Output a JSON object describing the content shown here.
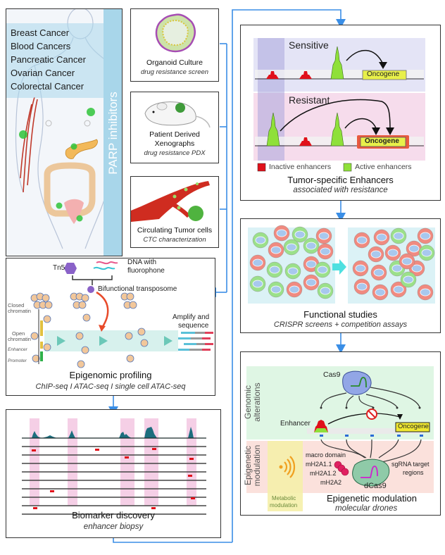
{
  "colors": {
    "connector": "#3a8ee6",
    "parp_band": "#a8d6ea",
    "inactive_enhancer": "#e0101a",
    "active_enhancer": "#8fe03a",
    "oncogene_fill": "#e8f04a",
    "sensitive_bg": "#e4e4f6",
    "resistant_bg": "#f6dcec",
    "genomic_bg": "#dff6e4",
    "epigenetic_bg": "#fbe1dc",
    "metabolic_bg": "#f5efaa",
    "peak_color": "#1d6e7e",
    "highlight_pink": "#f5cfe6"
  },
  "patient_panel": {
    "cancers": [
      "Breast Cancer",
      "Blood Cancers",
      "Pancreatic Cancer",
      "Ovarian Cancer",
      "Colorectal Cancer"
    ],
    "band_label": "PARP inhibitors"
  },
  "model_panels": [
    {
      "title": "Organoid Culture",
      "subtitle": "drug resistance screen",
      "icon": "organoid-icon"
    },
    {
      "title": "Patient Derived Xenographs",
      "title_line1": "Patient Derived",
      "title_line2": "Xenographs",
      "subtitle": "drug resistance PDX",
      "icon": "mouse-icon"
    },
    {
      "title": "Circulating Tumor cells",
      "subtitle": "CTC characterization",
      "icon": "blood-vessel-icon"
    }
  ],
  "enhancers_panel": {
    "sensitive_label": "Sensitive",
    "resistant_label": "Resistant",
    "oncogene_label": "Oncogene",
    "legend_inactive": "Inactive enhancers",
    "legend_active": "Active enhancers",
    "title": "Tumor-specific Enhancers",
    "subtitle": "associated with resistance"
  },
  "epigenomic_panel": {
    "tn5_label": "Tn5",
    "dna_label_line1": "DNA with",
    "dna_label_line2": "fluorophone",
    "transposome_label": "Bifunctional transposome",
    "closed_label_line1": "Closed",
    "closed_label_line2": "chromatin",
    "open_label_line1": "Open",
    "open_label_line2": "chromatin",
    "enhancer_label": "Enhancer",
    "promoter_label": "Promoter",
    "amplify_line1": "Amplify and",
    "amplify_line2": "sequence",
    "title": "Epigenomic profiling",
    "subtitle": "ChIP-seq  I  ATAC-seq  I  single cell ATAC-seq"
  },
  "functional_panel": {
    "title": "Functional studies",
    "subtitle": "CRISPR screens + competition assays"
  },
  "biomarker_panel": {
    "title": "Biomarker discovery",
    "subtitle": "enhancer biopsy"
  },
  "epigenetic_panel": {
    "genomic_label_line1": "Genomic",
    "genomic_label_line2": "alterations",
    "epigenetic_label_line1": "Epigenetic",
    "epigenetic_label_line2": "modulation",
    "cas9_label": "Cas9",
    "enhancer_label": "Enhancer",
    "oncogene_label": "Oncogene",
    "macro_domain": "macro domain",
    "mh2a11": "mH2A1.1",
    "mh2a12": "mH2A1.2",
    "mh2a2": "mH2A2",
    "dcas9_label": "dCas9",
    "sgrna_line1": "sgRNA target",
    "sgrna_line2": "regions",
    "metabolic_line1": "Metabolic",
    "metabolic_line2": "modulation",
    "title": "Epigenetic modulation",
    "subtitle": "molecular drones"
  }
}
